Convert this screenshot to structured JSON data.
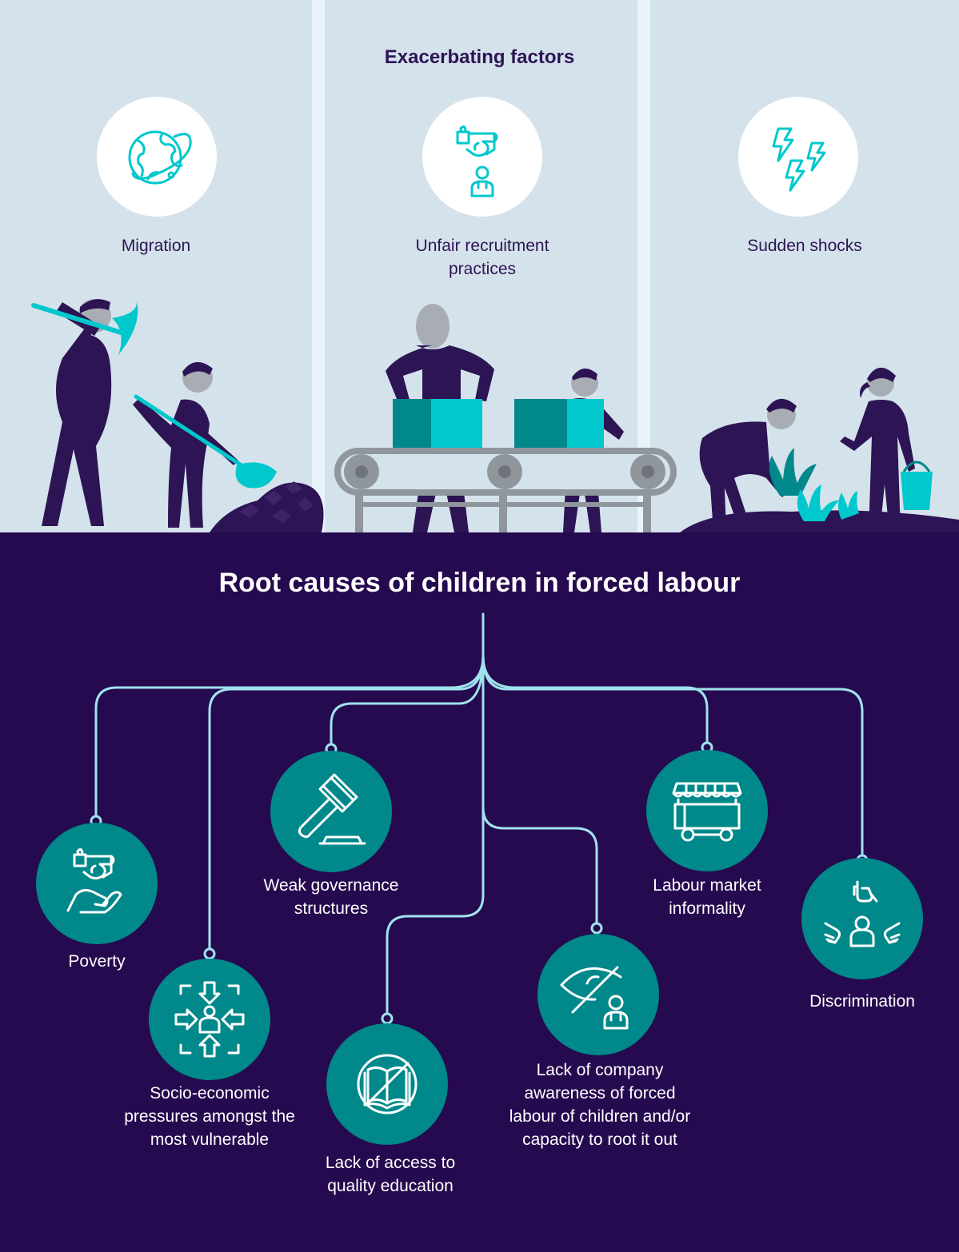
{
  "header": {
    "title": "Exacerbating factors"
  },
  "factors": [
    {
      "label": "Migration",
      "icon": "globe-icon"
    },
    {
      "label": "Unfair recruitment practices",
      "icon": "hand-money-person-icon"
    },
    {
      "label": "Sudden shocks",
      "icon": "lightning-icon"
    }
  ],
  "root": {
    "title": "Root causes of children in forced labour"
  },
  "causes": [
    {
      "label": "Poverty",
      "icon": "hand-money-icon"
    },
    {
      "label": "Socio-economic pressures amongst the most vulnerable",
      "icon": "pressure-person-icon"
    },
    {
      "label": "Weak governance structures",
      "icon": "gavel-icon"
    },
    {
      "label": "Lack of access to quality education",
      "icon": "no-book-icon"
    },
    {
      "label": "Lack of company awareness of forced labour of children and/or capacity to root it out",
      "icon": "blind-eye-person-icon"
    },
    {
      "label": "Labour market informality",
      "icon": "market-cart-icon"
    },
    {
      "label": "Discrimination",
      "icon": "pointing-hands-person-icon"
    }
  ],
  "colors": {
    "navy": "#260a4f",
    "teal": "#00888a",
    "cyan": "#00c8cc",
    "line": "#9fe3ee",
    "sky": "#d4e2ec",
    "person": "#2d1454",
    "head": "#a8adb3"
  }
}
